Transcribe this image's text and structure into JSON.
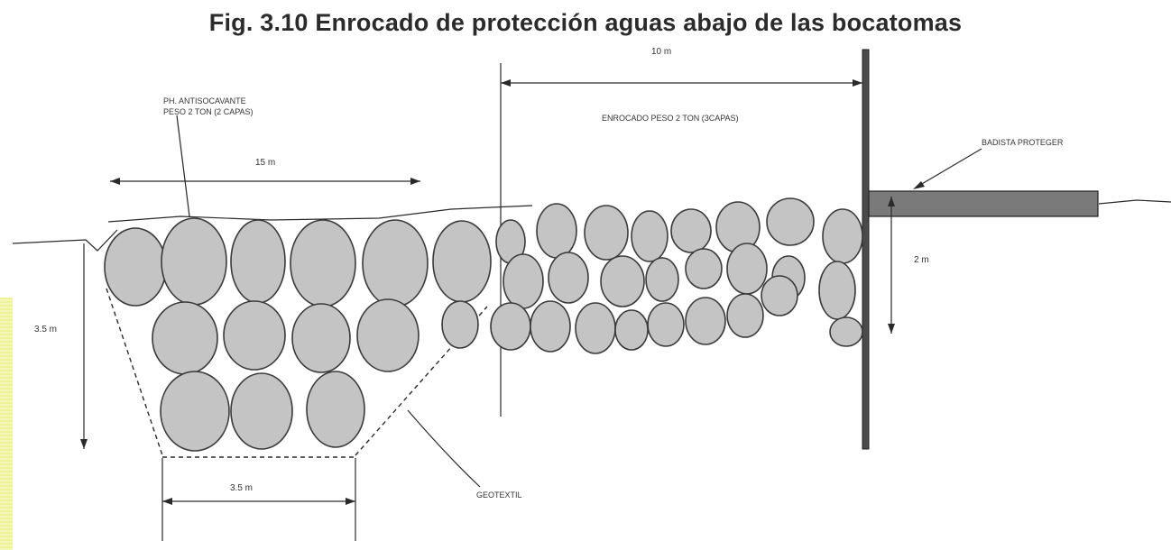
{
  "title": "Fig. 3.10 Enrocado de protección aguas abajo de las bocatomas",
  "labels": {
    "top_dimension": "10 m",
    "rip_rap_left": "PH. ANTISOCAVANTE\nPESO 2 TON (2 CAPAS)",
    "rip_rap_right": "ENROCADO PESO 2 TON (3CAPAS)",
    "left_span": "15 m",
    "left_depth": "3.5 m",
    "bottom_width": "3.5 m",
    "geotextile": "GEOTEXTIL",
    "slab": "BADISTA PROTEGER",
    "right_depth": "2 m"
  },
  "colors": {
    "rock_fill": "#c4c4c4",
    "slab_fill": "#7a7a7a",
    "ink": "#2a2a2a"
  }
}
